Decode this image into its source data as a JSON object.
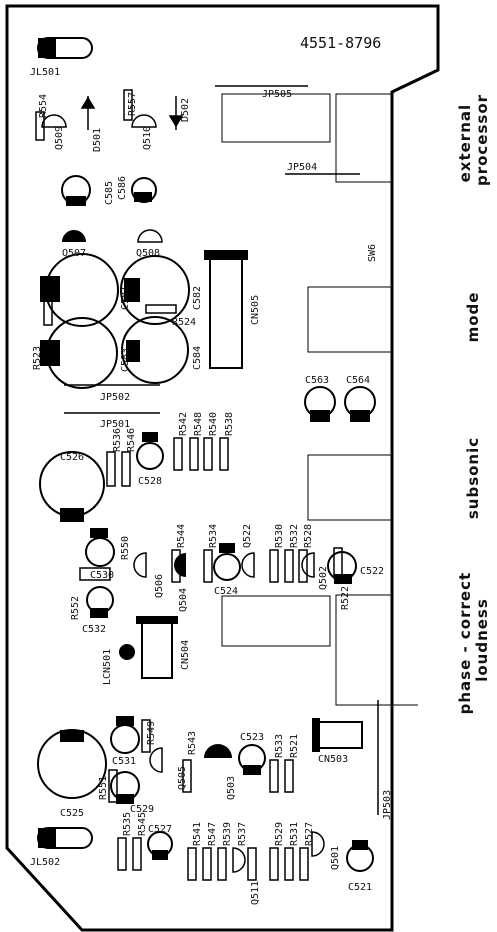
{
  "board": {
    "part_number": "4551-8796"
  },
  "side_labels": [
    {
      "id": "external",
      "lines": [
        "external",
        "processor"
      ]
    },
    {
      "id": "mode",
      "lines": [
        "mode"
      ]
    },
    {
      "id": "subsonic",
      "lines": [
        "subsonic"
      ]
    },
    {
      "id": "phase",
      "lines": [
        "phase - correct",
        "loudness"
      ]
    }
  ],
  "components": [
    {
      "label": "JL501",
      "type": "jack"
    },
    {
      "label": "JL502",
      "type": "jack"
    },
    {
      "label": "JP505",
      "type": "jumper"
    },
    {
      "label": "JP504",
      "type": "jumper"
    },
    {
      "label": "JP502",
      "type": "jumper"
    },
    {
      "label": "JP501",
      "type": "jumper"
    },
    {
      "label": "JP503",
      "type": "jumper"
    },
    {
      "label": "SW6",
      "type": "switch"
    },
    {
      "label": "CN505",
      "type": "connector"
    },
    {
      "label": "CN504",
      "type": "connector"
    },
    {
      "label": "CN503",
      "type": "connector"
    },
    {
      "label": "LCN501",
      "type": "coil"
    },
    {
      "label": "R554",
      "type": "resistor"
    },
    {
      "label": "R557",
      "type": "resistor"
    },
    {
      "label": "R523",
      "type": "resistor"
    },
    {
      "label": "R524",
      "type": "resistor"
    },
    {
      "label": "R536",
      "type": "resistor"
    },
    {
      "label": "R546",
      "type": "resistor"
    },
    {
      "label": "R542",
      "type": "resistor"
    },
    {
      "label": "R548",
      "type": "resistor"
    },
    {
      "label": "R540",
      "type": "resistor"
    },
    {
      "label": "R538",
      "type": "resistor"
    },
    {
      "label": "R550",
      "type": "resistor"
    },
    {
      "label": "R552",
      "type": "resistor"
    },
    {
      "label": "R544",
      "type": "resistor"
    },
    {
      "label": "R534",
      "type": "resistor"
    },
    {
      "label": "R530",
      "type": "resistor"
    },
    {
      "label": "R532",
      "type": "resistor"
    },
    {
      "label": "R528",
      "type": "resistor"
    },
    {
      "label": "R522",
      "type": "resistor"
    },
    {
      "label": "R549",
      "type": "resistor"
    },
    {
      "label": "R551",
      "type": "resistor"
    },
    {
      "label": "R543",
      "type": "resistor"
    },
    {
      "label": "R533",
      "type": "resistor"
    },
    {
      "label": "R521",
      "type": "resistor"
    },
    {
      "label": "R535",
      "type": "resistor"
    },
    {
      "label": "R545",
      "type": "resistor"
    },
    {
      "label": "R541",
      "type": "resistor"
    },
    {
      "label": "R547",
      "type": "resistor"
    },
    {
      "label": "R539",
      "type": "resistor"
    },
    {
      "label": "R537",
      "type": "resistor"
    },
    {
      "label": "R529",
      "type": "resistor"
    },
    {
      "label": "R531",
      "type": "resistor"
    },
    {
      "label": "R527",
      "type": "resistor"
    },
    {
      "label": "D501",
      "type": "diode"
    },
    {
      "label": "D502",
      "type": "diode"
    },
    {
      "label": "Q509",
      "type": "transistor"
    },
    {
      "label": "Q510",
      "type": "transistor"
    },
    {
      "label": "Q507",
      "type": "transistor"
    },
    {
      "label": "Q508",
      "type": "transistor"
    },
    {
      "label": "Q506",
      "type": "transistor"
    },
    {
      "label": "Q504",
      "type": "transistor"
    },
    {
      "label": "Q522",
      "type": "transistor"
    },
    {
      "label": "Q502",
      "type": "transistor"
    },
    {
      "label": "Q505",
      "type": "transistor"
    },
    {
      "label": "Q503",
      "type": "transistor"
    },
    {
      "label": "Q511",
      "type": "transistor"
    },
    {
      "label": "Q501",
      "type": "transistor"
    },
    {
      "label": "C585",
      "type": "capacitor"
    },
    {
      "label": "C586",
      "type": "capacitor"
    },
    {
      "label": "C581",
      "type": "capacitor"
    },
    {
      "label": "C582",
      "type": "capacitor"
    },
    {
      "label": "C583",
      "type": "capacitor"
    },
    {
      "label": "C584",
      "type": "capacitor"
    },
    {
      "label": "C563",
      "type": "capacitor"
    },
    {
      "label": "C564",
      "type": "capacitor"
    },
    {
      "label": "C526",
      "type": "capacitor"
    },
    {
      "label": "C528",
      "type": "capacitor"
    },
    {
      "label": "C530",
      "type": "capacitor"
    },
    {
      "label": "C532",
      "type": "capacitor"
    },
    {
      "label": "C524",
      "type": "capacitor"
    },
    {
      "label": "C522",
      "type": "capacitor"
    },
    {
      "label": "C531",
      "type": "capacitor"
    },
    {
      "label": "C525",
      "type": "capacitor"
    },
    {
      "label": "C529",
      "type": "capacitor"
    },
    {
      "label": "C523",
      "type": "capacitor"
    },
    {
      "label": "C527",
      "type": "capacitor"
    },
    {
      "label": "C521",
      "type": "capacitor"
    }
  ]
}
